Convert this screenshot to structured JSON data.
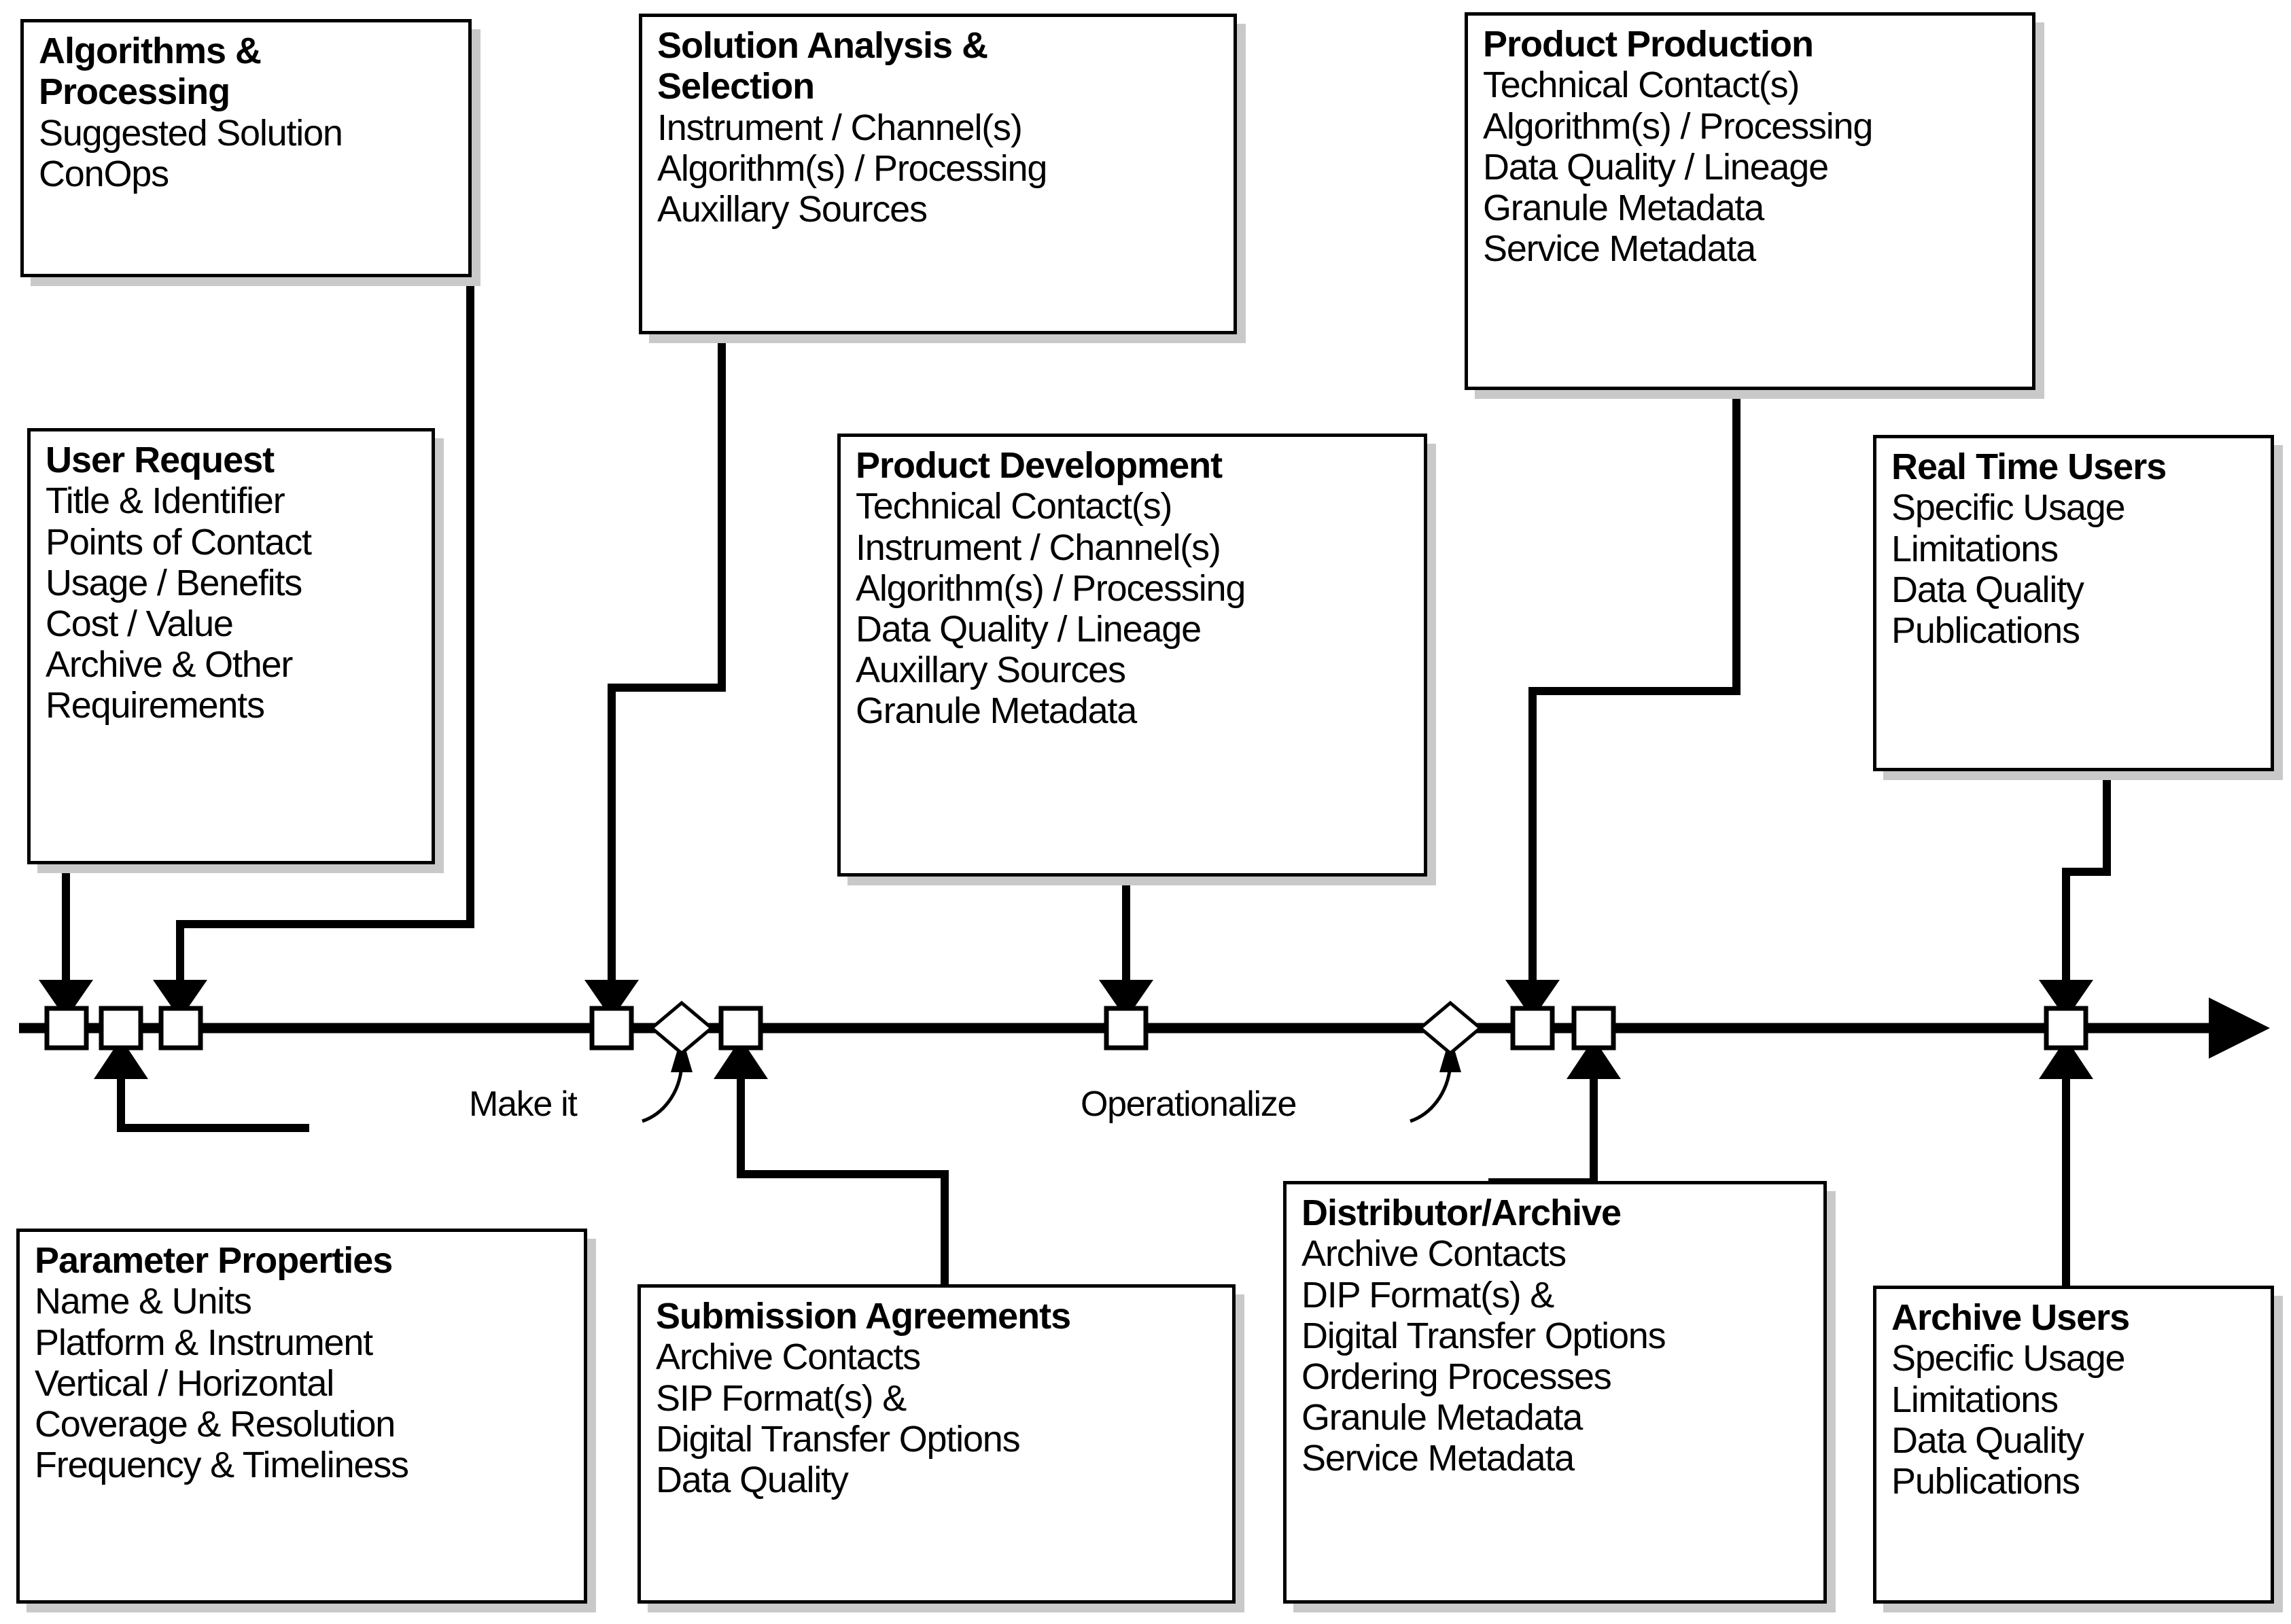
{
  "diagram": {
    "type": "timeline-flow-diagram",
    "background": "#ffffff",
    "stroke_color": "#000000",
    "shadow_color": "#c9c9c9"
  },
  "boxes": [
    {
      "id": "algorithms-processing",
      "title": "Algorithms &",
      "title2": "Processing",
      "lines": [
        "Suggested Solution",
        "ConOps"
      ]
    },
    {
      "id": "solution-analysis-selection",
      "title": "Solution Analysis &",
      "title2": "Selection",
      "lines": [
        "Instrument / Channel(s)",
        "Algorithm(s) / Processing",
        "Auxillary Sources"
      ]
    },
    {
      "id": "product-production",
      "title": "Product Production",
      "title2": "",
      "lines": [
        "Technical Contact(s)",
        "Algorithm(s) / Processing",
        "Data Quality / Lineage",
        "Granule Metadata",
        "Service Metadata"
      ]
    },
    {
      "id": "user-request",
      "title": "User Request",
      "title2": "",
      "lines": [
        "Title & Identifier",
        "Points of Contact",
        "Usage / Benefits",
        "Cost / Value",
        "Archive & Other",
        "Requirements"
      ]
    },
    {
      "id": "product-development",
      "title": "Product Development",
      "title2": "",
      "lines": [
        "Technical Contact(s)",
        "Instrument / Channel(s)",
        "Algorithm(s) / Processing",
        "Data Quality / Lineage",
        "Auxillary Sources",
        "Granule Metadata"
      ]
    },
    {
      "id": "real-time-users",
      "title": "Real Time Users",
      "title2": "",
      "lines": [
        "Specific Usage",
        "Limitations",
        "Data Quality",
        "Publications"
      ]
    },
    {
      "id": "parameter-properties",
      "title": "Parameter Properties",
      "title2": "",
      "lines": [
        "Name & Units",
        "Platform & Instrument",
        "Vertical / Horizontal",
        "Coverage & Resolution",
        "Frequency & Timeliness"
      ]
    },
    {
      "id": "submission-agreements",
      "title": "Submission Agreements",
      "title2": "",
      "lines": [
        "Archive Contacts",
        "SIP Format(s) &",
        "Digital Transfer Options",
        "Data Quality"
      ]
    },
    {
      "id": "distributor-archive",
      "title": "Distributor/Archive",
      "title2": "",
      "lines": [
        "Archive Contacts",
        "DIP Format(s) &",
        "Digital Transfer Options",
        "Ordering Processes",
        "Granule Metadata",
        "Service Metadata"
      ]
    },
    {
      "id": "archive-users",
      "title": "Archive Users",
      "title2": "",
      "lines": [
        "Specific Usage",
        "Limitations",
        "Data Quality",
        "Publications"
      ]
    }
  ],
  "timeline": {
    "milestones": [
      {
        "id": "m1",
        "shape": "square"
      },
      {
        "id": "m2",
        "shape": "square"
      },
      {
        "id": "m3",
        "shape": "square"
      },
      {
        "id": "m4",
        "shape": "square"
      },
      {
        "id": "m5",
        "shape": "diamond"
      },
      {
        "id": "m6",
        "shape": "square"
      },
      {
        "id": "m7",
        "shape": "square"
      },
      {
        "id": "m8",
        "shape": "diamond"
      },
      {
        "id": "m9",
        "shape": "square"
      },
      {
        "id": "m10",
        "shape": "square"
      },
      {
        "id": "m11",
        "shape": "square"
      }
    ],
    "annotations": [
      {
        "id": "make-it",
        "label": "Make it"
      },
      {
        "id": "operationalize",
        "label": "Operationalize"
      }
    ]
  }
}
